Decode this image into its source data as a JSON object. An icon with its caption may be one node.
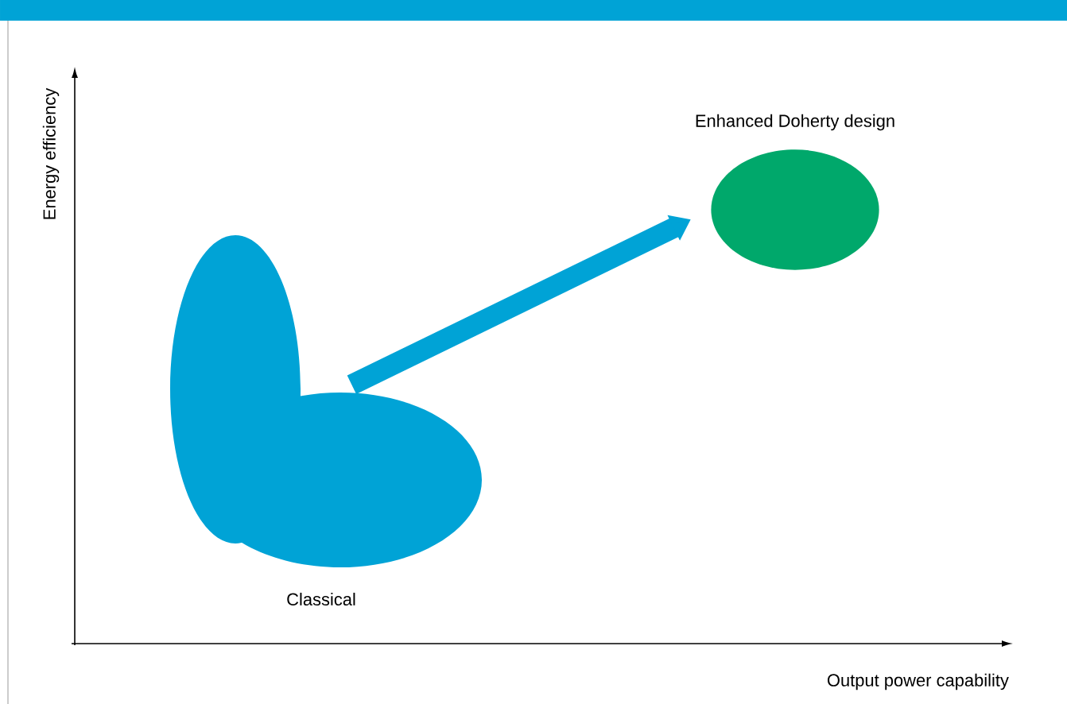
{
  "diagram": {
    "nodes": [
      {
        "text": [
          "Classical"
        ]
      },
      {
        "text": [
          "Enhanced Doherty design"
        ]
      }
    ],
    "edges": [
      {
        "from": 0,
        "to": 1,
        "arrow": "to"
      }
    ],
    "labels": [
      "Energy efficiency",
      "Output power capability"
    ]
  }
}
